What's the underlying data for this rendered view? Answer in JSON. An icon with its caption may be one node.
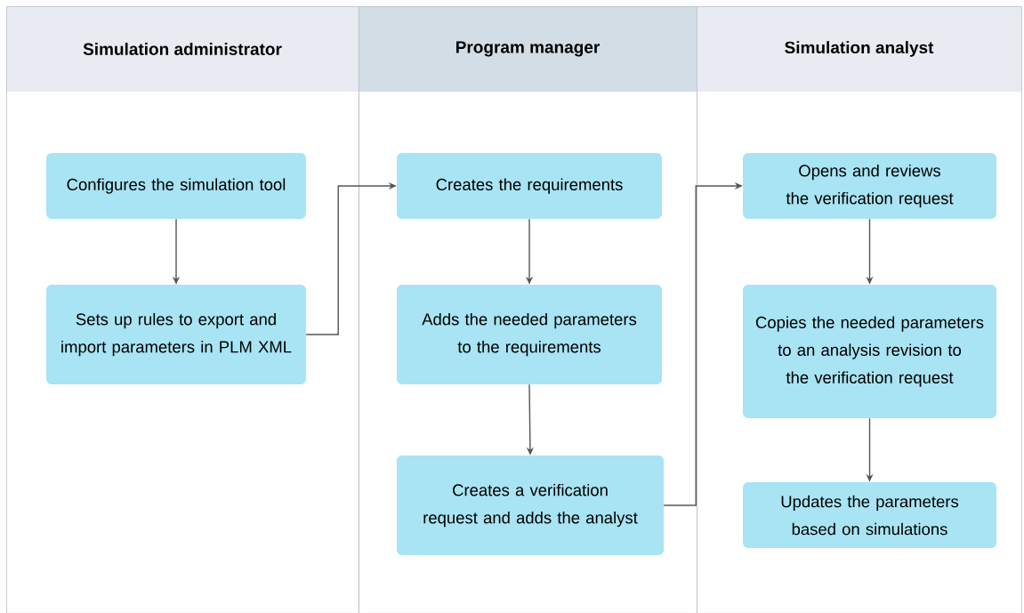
{
  "diagram": {
    "nodes": [
      {
        "text": [
          "Simulation administrator"
        ]
      },
      {
        "text": [
          "Program manager"
        ]
      },
      {
        "text": [
          "Simulation analyst"
        ]
      },
      {
        "text": [
          "Configures the simulation tool"
        ],
        "in": 0
      },
      {
        "text": [
          "Sets up rules to export and import parameters in PLM XML"
        ],
        "in": 0
      },
      {
        "text": [
          "Creates the requirements"
        ],
        "in": 1
      },
      {
        "text": [
          "Adds the needed parameters to the requirements"
        ],
        "in": 1
      },
      {
        "text": [
          "Creates a verification request and adds the analyst"
        ],
        "in": 1
      },
      {
        "text": [
          "Opens and reviews the verification request"
        ],
        "in": 2
      },
      {
        "text": [
          "Copies the needed parameters to an analysis revision to the verification request"
        ],
        "in": 2
      },
      {
        "text": [
          "Updates the parameters based on simulations"
        ],
        "in": 2
      }
    ],
    "edges": [
      {
        "from": 3,
        "to": 4,
        "arrow": "to"
      },
      {
        "from": 4,
        "to": 5,
        "arrow": "to"
      },
      {
        "from": 5,
        "to": 6,
        "arrow": "to"
      },
      {
        "from": 6,
        "to": 7,
        "arrow": "to"
      },
      {
        "from": 7,
        "to": 8,
        "arrow": "to"
      },
      {
        "from": 8,
        "to": 9,
        "arrow": "to"
      },
      {
        "from": 9,
        "to": 10,
        "arrow": "to"
      }
    ]
  }
}
